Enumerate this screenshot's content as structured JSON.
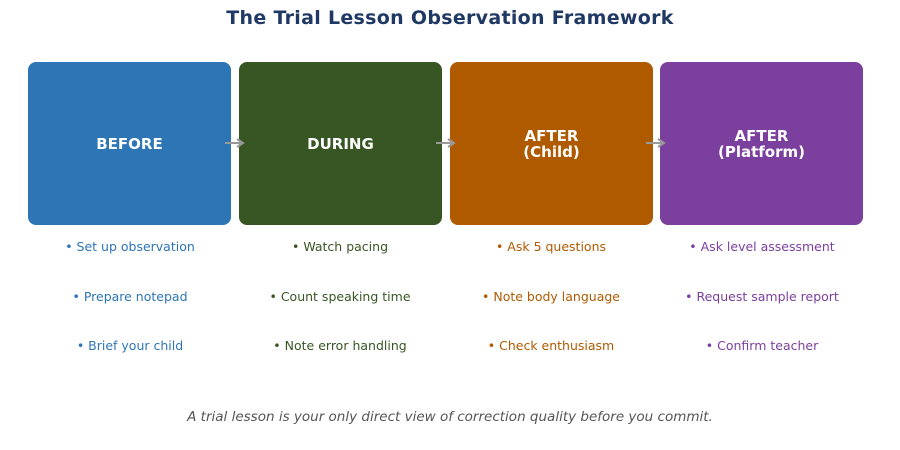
{
  "title": "The Trial Lesson Observation Framework",
  "stages": [
    {
      "label": "BEFORE",
      "color": "#2e75b6",
      "items": [
        "• Set up observation",
        "• Prepare notepad",
        "• Brief your child"
      ]
    },
    {
      "label": "DURING",
      "color": "#375623",
      "items": [
        "• Watch pacing",
        "• Count speaking time",
        "• Note error handling"
      ]
    },
    {
      "label": "AFTER\n(Child)",
      "color": "#b05a00",
      "items": [
        "• Ask 5 questions",
        "• Note body language",
        "• Check enthusiasm"
      ]
    },
    {
      "label": "AFTER\n(Platform)",
      "color": "#7b3f9e",
      "items": [
        "• Ask level assessment",
        "• Request sample report",
        "• Confirm teacher"
      ]
    }
  ],
  "arrow_color": "#999999",
  "footer": "A trial lesson is your only direct view of correction quality before you commit."
}
